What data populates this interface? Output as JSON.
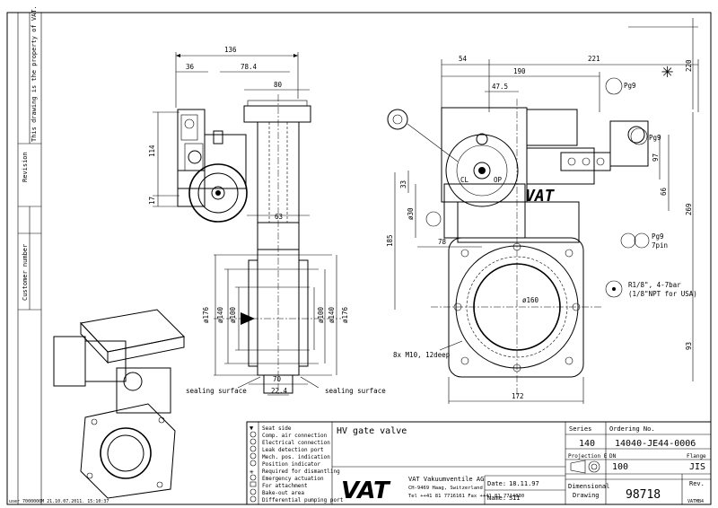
{
  "sidebar": {
    "property_note": "This drawing is the property of VAT.",
    "revision_label": "Revision",
    "customer_label": "Customer number"
  },
  "footer_left": "user 7000000M 21.10.07.2011. 15:10:37",
  "footer_right": "VATMB4",
  "title_block": {
    "legend": [
      {
        "icon": "seat-side",
        "text": "Seat side"
      },
      {
        "icon": "air-connection",
        "text": "Comp. air connection"
      },
      {
        "icon": "electrical-connection",
        "text": "Electrical connection"
      },
      {
        "icon": "leak-detection",
        "text": "Leak detection port"
      },
      {
        "icon": "mech-position",
        "text": "Mech. pos. indication"
      },
      {
        "icon": "position-indicator",
        "text": "Position indicator"
      },
      {
        "icon": "dismantling",
        "text": "Required for dismantling"
      },
      {
        "icon": "emergency",
        "text": "Emergency actuation"
      },
      {
        "icon": "attachment",
        "text": "For attachment"
      },
      {
        "icon": "bake-out",
        "text": "Bake-out area"
      },
      {
        "icon": "pumping-port",
        "text": "Differential pumping port"
      }
    ],
    "title": "HV gate valve",
    "company": {
      "logo": "VAT",
      "name": "VAT Vakuumventile AG",
      "address": "CH-9469 Haag, Switzerland",
      "phone": "Tel ++41 81 7716161 Fax ++41 81 7714830"
    },
    "date_label": "Date:",
    "date_value": "18.11.97",
    "name_label": "Name:",
    "name_value": "SII",
    "series_label": "Series",
    "series_value": "140",
    "ordering_label": "Ordering No.",
    "ordering_value": "14040-JE44-0006",
    "projection_label": "Projection E",
    "dn_label": "DN",
    "dn_value": "100",
    "flange_label": "Flange",
    "flange_value": "JIS",
    "doc_type_line1": "Dimensional",
    "doc_type_line2": "Drawing",
    "drawing_number": "98718",
    "rev_label": "Rev."
  },
  "dimensions": {
    "d136": "136",
    "d36": "36",
    "d78_4": "78.4",
    "d80": "80",
    "d114": "114",
    "d17": "17",
    "d63": "63",
    "d70": "70",
    "d22_4": "22.4",
    "d176a": "ø176",
    "d140a": "ø140",
    "d100a": "ø100",
    "d100b": "ø100",
    "d140b": "ø140",
    "d176b": "ø176",
    "sealing_left": "sealing surface",
    "sealing_right": "sealing surface",
    "d54": "54",
    "d221": "221",
    "d190": "190",
    "d47_5": "47.5",
    "d220": "220",
    "pg9a": "Pg9",
    "pg9b": "Pg9",
    "pg9c": "Pg9",
    "pin7": "7pin",
    "d97": "97",
    "d66": "66",
    "d269": "269",
    "d33": "33",
    "d30": "ø30",
    "d185": "185",
    "d78": "78",
    "air_line1": "R1/8\", 4-7bar",
    "air_line2": "(1/8\"NPT for USA)",
    "d160": "ø160",
    "holes": "8x M10, 12deep",
    "d172": "172",
    "d93": "93",
    "cl": "CL",
    "op": "OP"
  },
  "accent_color": "#000000"
}
